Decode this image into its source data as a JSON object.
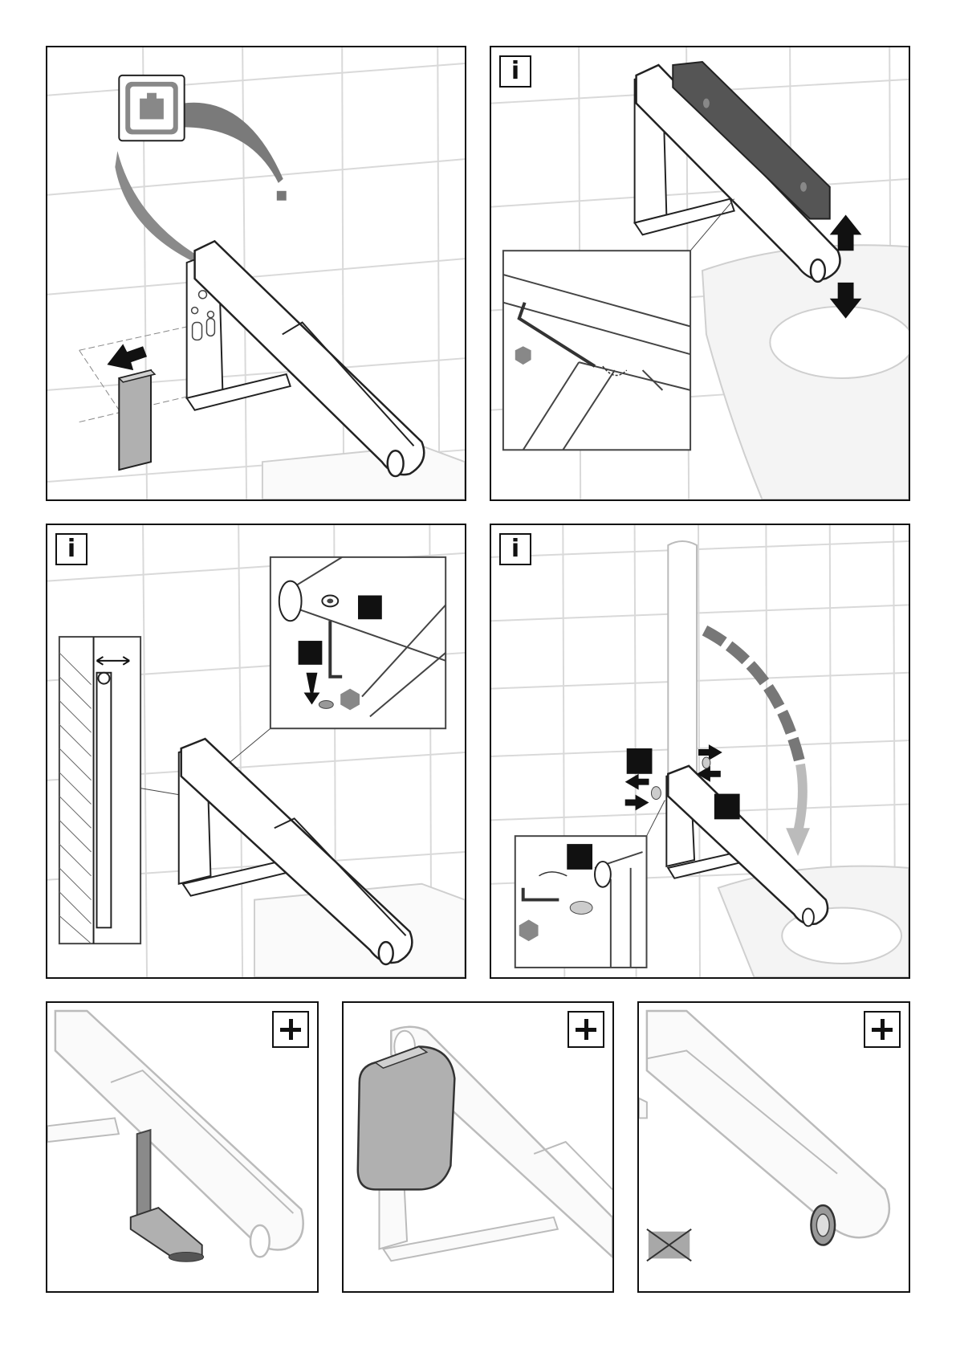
{
  "page": {
    "info_badge": "i",
    "panels": [
      {
        "id": "panel-1",
        "badge": "",
        "icon": "weight-icon"
      },
      {
        "id": "panel-2",
        "badge": "i",
        "icon": "spirit-level-icon"
      },
      {
        "id": "panel-3",
        "badge": "i",
        "icon": "hex-key-icon"
      },
      {
        "id": "panel-4",
        "badge": "i",
        "icon": "fold-arrow-icon"
      },
      {
        "id": "panel-5",
        "badge": "+",
        "icon": "plus-icon"
      },
      {
        "id": "panel-6",
        "badge": "+",
        "icon": "plus-icon"
      },
      {
        "id": "panel-7",
        "badge": "+",
        "icon": "plus-icon"
      }
    ]
  },
  "colors": {
    "tile_line": "#d8d8d8",
    "outline": "#222222",
    "part_gray": "#b5b5b5",
    "dark_part": "#5a5a5a",
    "arrow": "#111111"
  }
}
